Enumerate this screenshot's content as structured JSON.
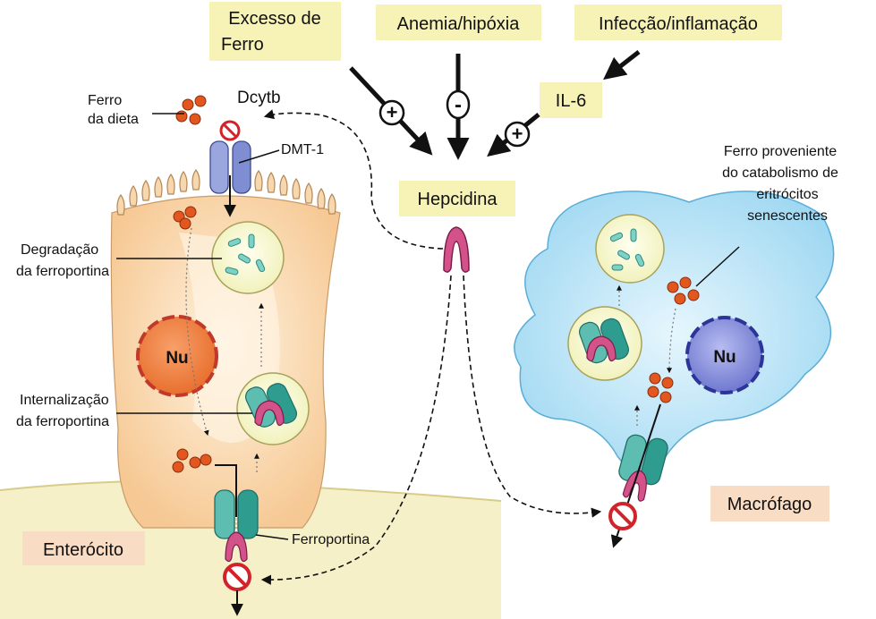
{
  "top_factors": {
    "iron_excess_line1": "Excesso de",
    "iron_excess_line2": "Ferro",
    "anemia": "Anemia/hipóxia",
    "infection": "Infecção/inflamação",
    "il6": "IL-6",
    "hepcidin": "Hepcidina"
  },
  "signs": {
    "plus": "+",
    "minus": "-"
  },
  "enterocyte": {
    "title": "Enterócito",
    "diet_iron_line1": "Ferro",
    "diet_iron_line2": "da dieta",
    "dcytb": "Dcytb",
    "dmt1": "DMT-1",
    "degradation_line1": "Degradação",
    "degradation_line2": "da ferroportina",
    "internalization_line1": "Internalização",
    "internalization_line2": "da ferroportina",
    "nucleus": "Nu",
    "ferroportin": "Ferroportina"
  },
  "macrophage": {
    "title": "Macrófago",
    "iron_source_line1": "Ferro proveniente",
    "iron_source_line2": "do catabolismo de",
    "iron_source_line3": "eritrócitos",
    "iron_source_line4": "senescentes",
    "nucleus": "Nu"
  },
  "colors": {
    "label_box": "#f7f3b6",
    "title_box": "#f9dcc4",
    "enterocyte_fill": "#fad9ae",
    "nucleus_enterocyte": "#f08a4b",
    "macrophage_fill": "#bfe6f7",
    "nucleus_macrophage": "#7e87d6",
    "iron": "#e2571f",
    "ferroportin": "#38a79d",
    "hepcidin": "#c2406b",
    "dmt1": "#8e9bd8",
    "stop": "#d2232a"
  }
}
